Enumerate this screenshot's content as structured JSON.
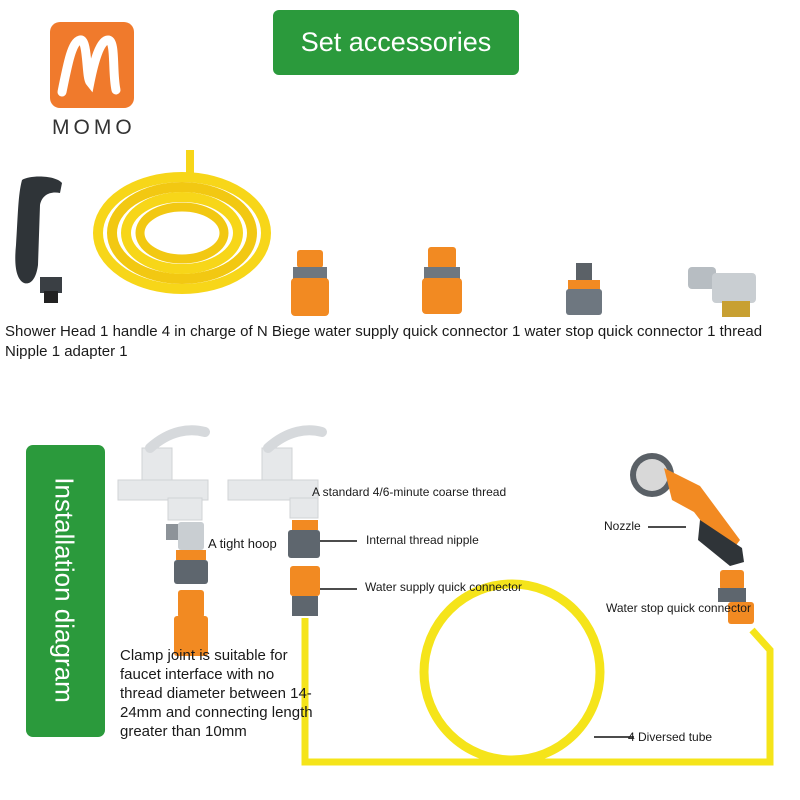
{
  "brand": {
    "name": "MOMO",
    "logo_color": "#f07a2c"
  },
  "header": {
    "title": "Set accessories",
    "banner_color": "#2b9a3c"
  },
  "accessories": {
    "description": "Shower Head 1 handle 4 in charge of N Biege water supply quick connector 1 water stop quick connector 1 thread Nipple 1 adapter 1",
    "items": [
      "shower-gun",
      "yellow-hose-coil",
      "water-supply-quick-connector",
      "water-stop-quick-connector",
      "thread-nipple",
      "faucet-adapter"
    ]
  },
  "installation": {
    "title": "Installation diagram",
    "labels": {
      "thread": "A standard 4/6-minute coarse thread",
      "tight_hoop": "A tight hoop",
      "nipple": "Internal thread nipple",
      "supply": "Water supply quick connector",
      "nozzle": "Nozzle",
      "stop": "Water stop quick connector",
      "tube": "4 Diversed tube"
    },
    "clamp_note": "Clamp joint is suitable for faucet interface with no thread diameter between 14-24mm and connecting length greater than 10mm"
  },
  "colors": {
    "orange": "#f28a22",
    "yellow": "#f5e41a",
    "hose_yellow": "#f7d619",
    "gray": "#6e7780",
    "green": "#2b9a3c"
  }
}
